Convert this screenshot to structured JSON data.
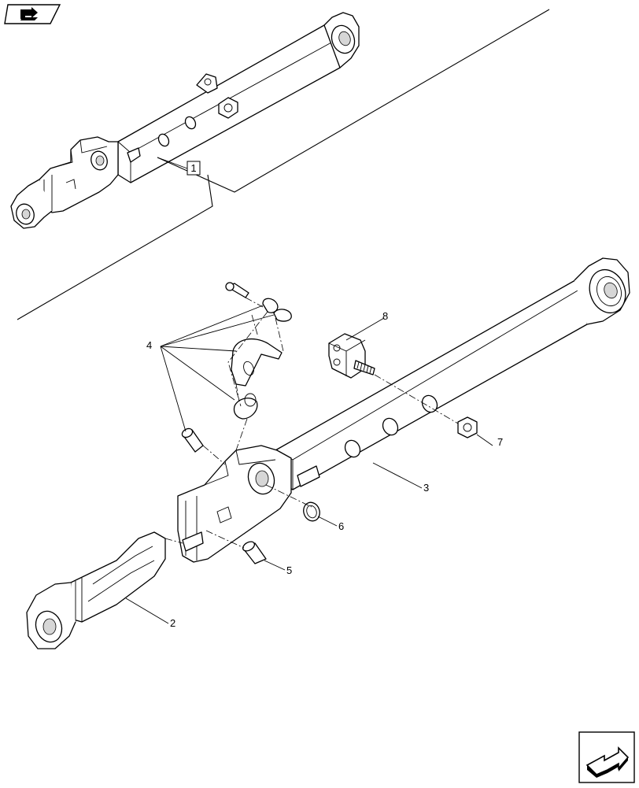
{
  "callouts": {
    "ref_1": "1",
    "item_2": "2",
    "item_3": "3",
    "item_4": "4",
    "item_5": "5",
    "item_6": "6",
    "item_7": "7",
    "item_8": "8"
  },
  "icons": {
    "top_left": "back-arrow-icon",
    "bottom_right": "next-page-arrow-icon"
  }
}
